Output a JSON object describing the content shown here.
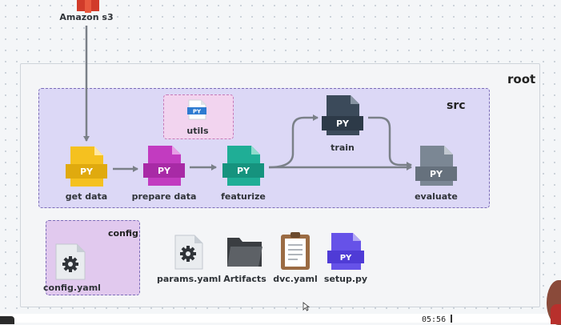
{
  "storage": {
    "label": "Amazon s3"
  },
  "root": {
    "title": "root"
  },
  "src": {
    "title": "src",
    "utils": {
      "label": "utils",
      "badge": "PY"
    },
    "stages": [
      {
        "label": "get data",
        "badge": "PY",
        "color": "#f5c11f"
      },
      {
        "label": "prepare data",
        "badge": "PY",
        "color": "#c23bc0"
      },
      {
        "label": "featurize",
        "badge": "PY",
        "color": "#1fae96"
      },
      {
        "label": "train",
        "badge": "PY",
        "color": "#3b4a5a"
      },
      {
        "label": "evaluate",
        "badge": "PY",
        "color": "#7b8794"
      }
    ]
  },
  "config": {
    "title": "config",
    "file": "config.yaml"
  },
  "root_files": [
    {
      "label": "params.yaml",
      "icon": "gear-file-icon"
    },
    {
      "label": "Artifacts",
      "icon": "folder-icon"
    },
    {
      "label": "dvc.yaml",
      "icon": "clipboard-icon"
    },
    {
      "label": "setup.py",
      "icon": "python-file-icon",
      "badge": "PY",
      "color": "#6652e8"
    }
  ],
  "video": {
    "time": "05:56"
  }
}
